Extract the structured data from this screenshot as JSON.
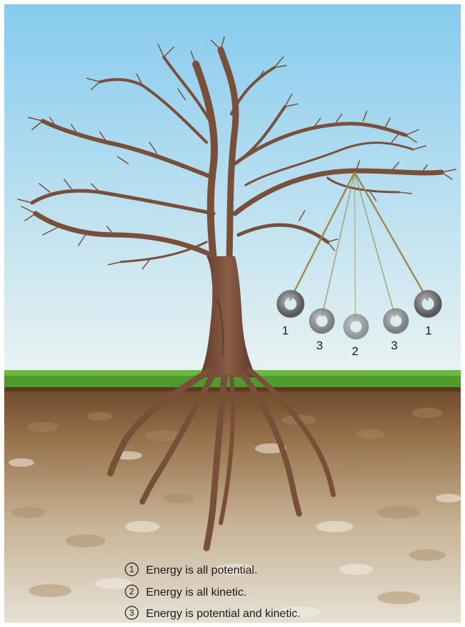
{
  "tire_labels": [
    "1",
    "3",
    "2",
    "3",
    "1"
  ],
  "legend": [
    {
      "num": "1",
      "text": "Energy is all potential."
    },
    {
      "num": "2",
      "text": "Energy is all kinetic."
    },
    {
      "num": "3",
      "text": "Energy is potential and kinetic."
    }
  ],
  "colors": {
    "sky_top": "#8ccdee",
    "sky_bottom": "#e6f1f2",
    "grass": "#4f9a2e",
    "soil_top": "#6e4a2a",
    "soil_mid": "#b08a62",
    "soil_bottom": "#e3ddd1",
    "bark": "#7a4f3a",
    "rope": "#9c8a4a",
    "tire": "#6e6e6e"
  },
  "icons": [
    "tree-icon",
    "tire-swing-icon",
    "circled-number-icon"
  ]
}
